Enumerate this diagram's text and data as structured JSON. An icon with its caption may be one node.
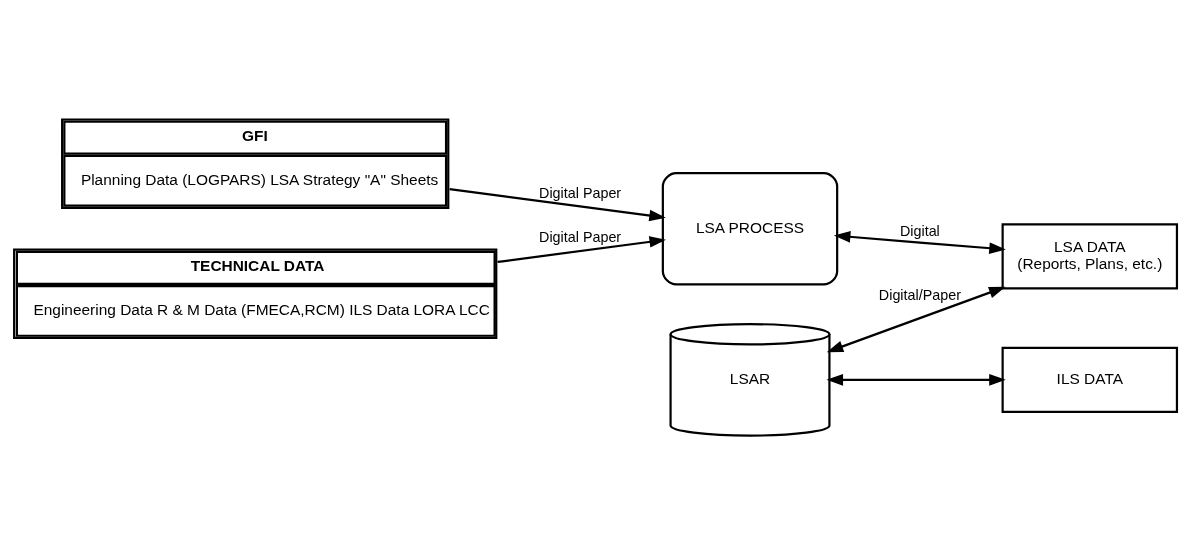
{
  "diagram": {
    "nodes": [
      {
        "text": [
          "GFI",
          "Planning Data (LOGPARS) LSA Strategy \"A\" Sheets"
        ]
      },
      {
        "text": [
          "TECHNICAL DATA",
          "Engineering Data R & M Data (FMECA,RCM) ILS Data LORA LCC"
        ]
      },
      {
        "text": [
          "LSA PROCESS"
        ]
      },
      {
        "text": [
          "LSAR"
        ]
      },
      {
        "text": [
          "LSA DATA",
          "(Reports, Plans, etc.)"
        ]
      },
      {
        "text": [
          "ILS DATA"
        ]
      }
    ],
    "edges": [
      {
        "from": 0,
        "to": 2,
        "arrow": "to",
        "label": "Digital Paper"
      },
      {
        "from": 1,
        "to": 2,
        "arrow": "to",
        "label": "Digital Paper"
      },
      {
        "from": 2,
        "to": 4,
        "arrow": "both",
        "label": "Digital"
      },
      {
        "from": 3,
        "to": 4,
        "arrow": "both",
        "label": "Digital/Paper"
      },
      {
        "from": 3,
        "to": 5,
        "arrow": "both"
      }
    ]
  }
}
